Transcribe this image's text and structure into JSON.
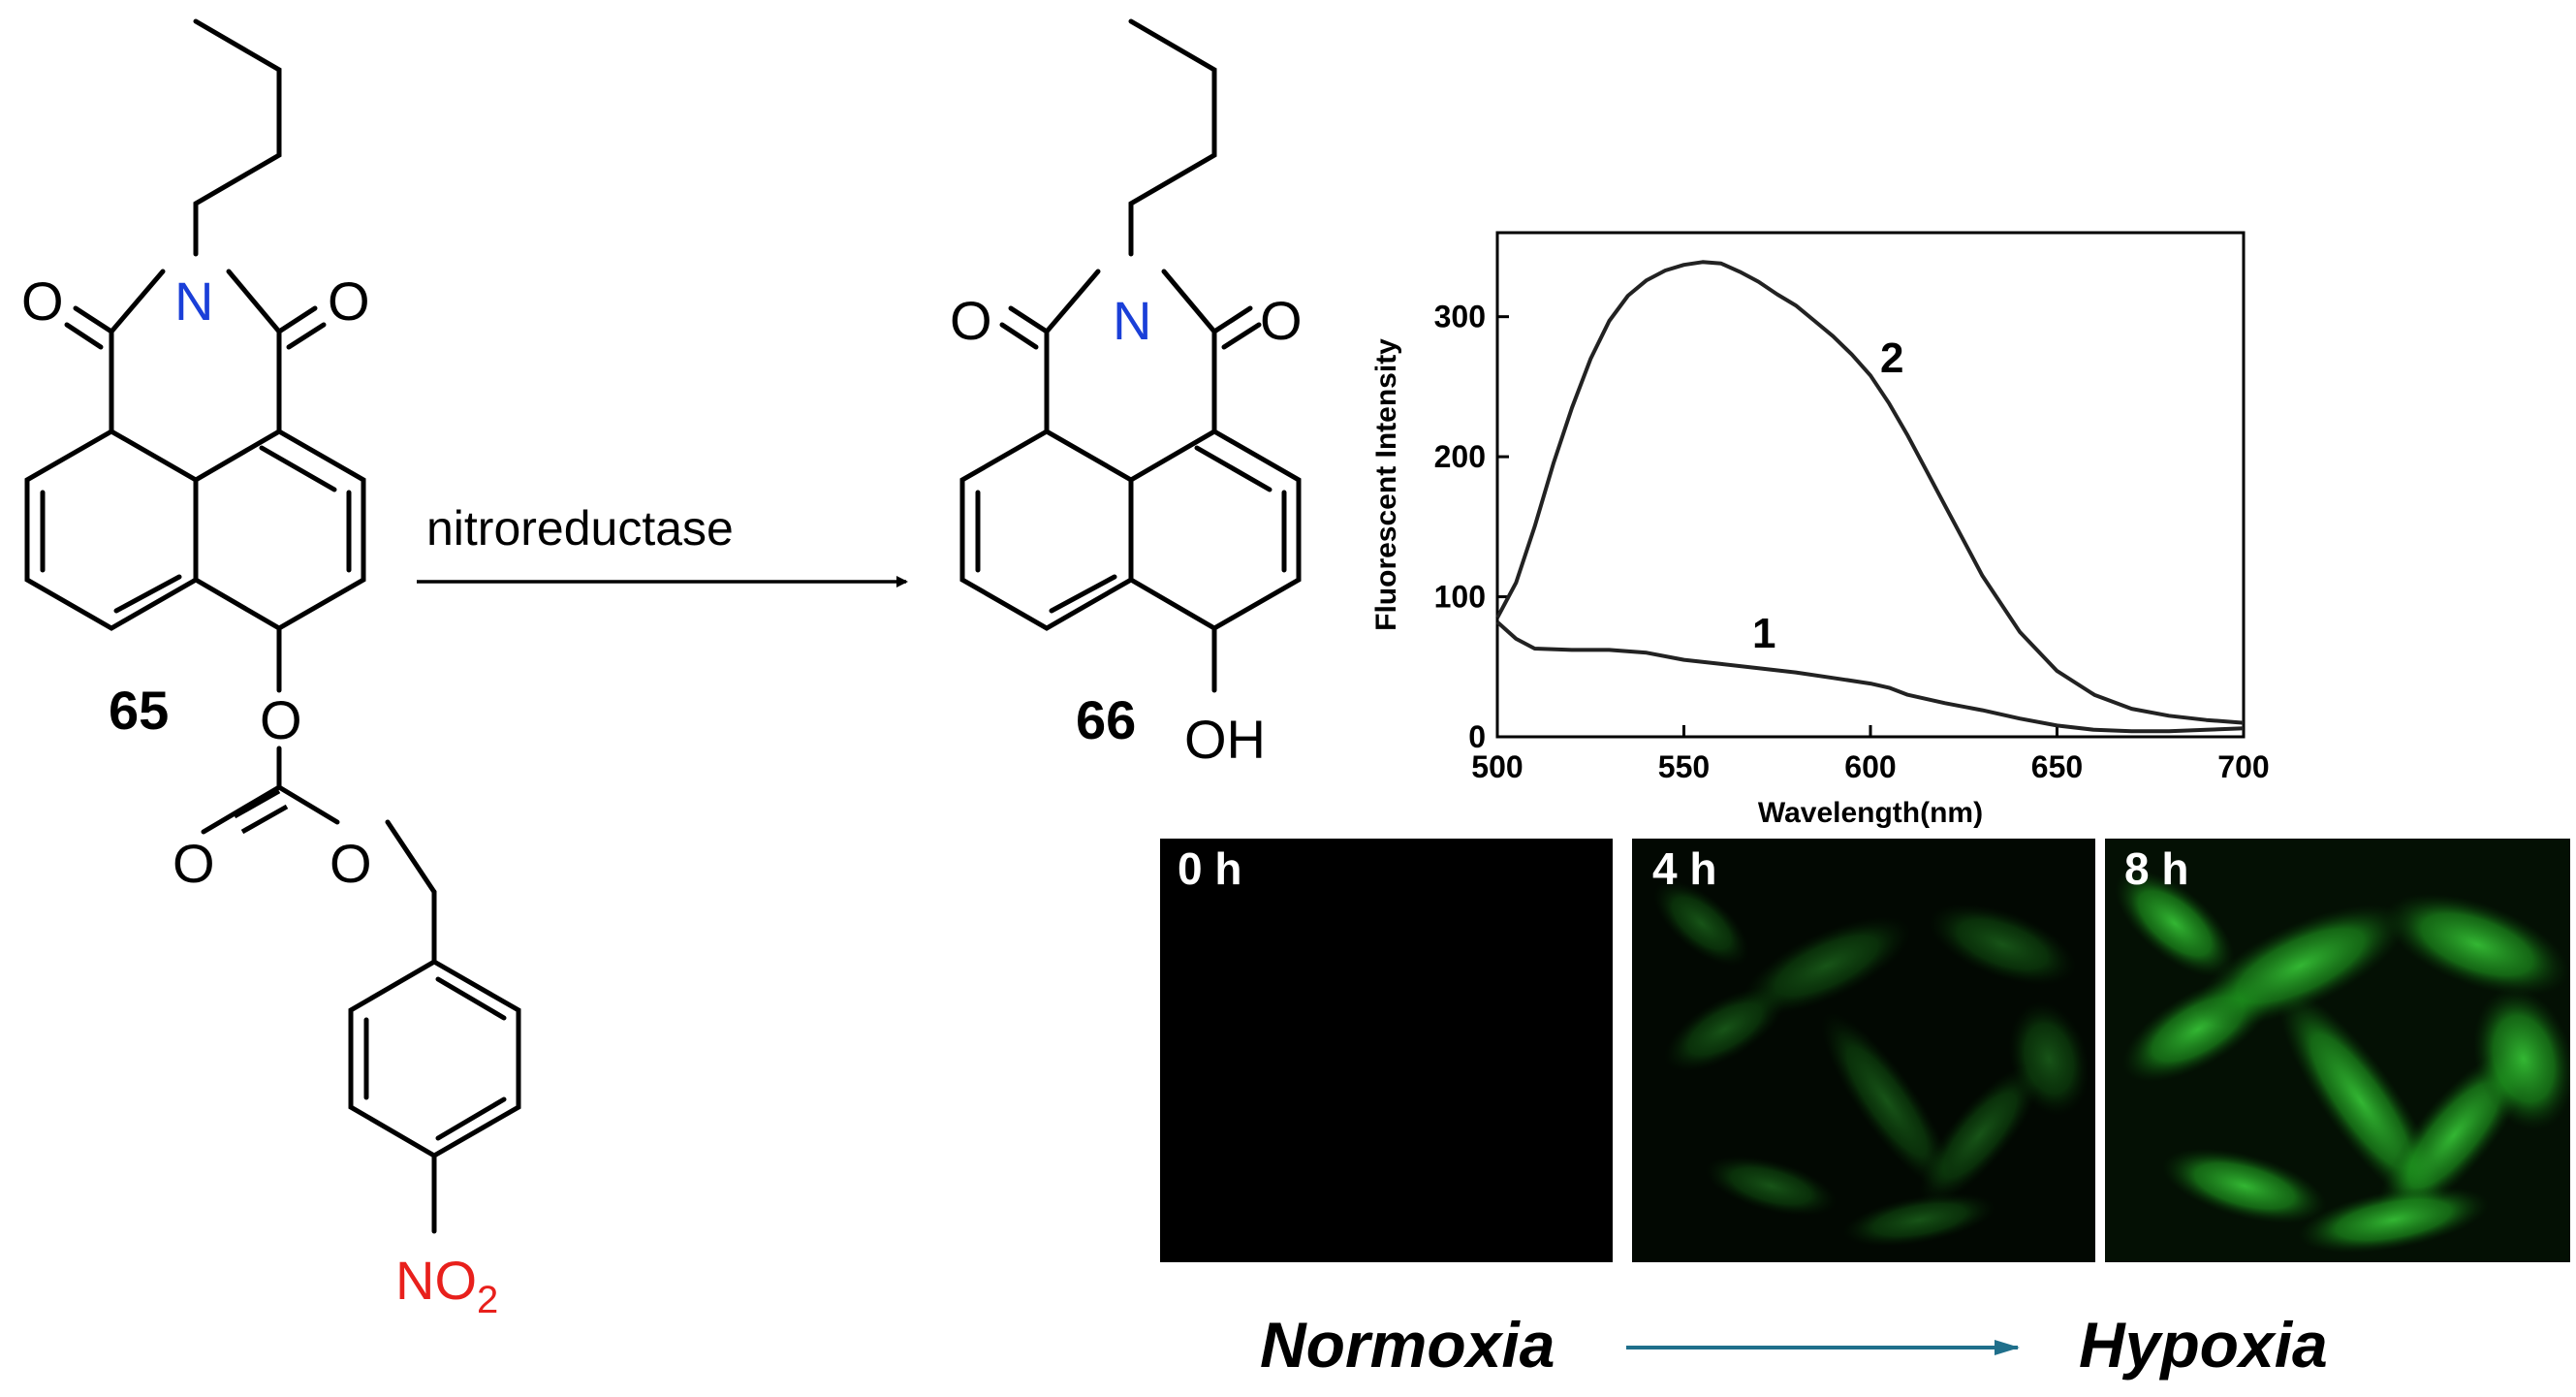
{
  "compounds": {
    "reactant": {
      "label": "65",
      "atoms": {
        "o_left": "O",
        "n": "N",
        "o_right": "O",
        "o_ether": "O",
        "o_carbonyl": "O",
        "o_ester": "O",
        "no2_main": "NO",
        "no2_sub": "2"
      }
    },
    "product": {
      "label": "66",
      "atoms": {
        "o_left": "O",
        "n": "N",
        "o_right": "O",
        "oh": "OH"
      }
    }
  },
  "reaction": {
    "reagent": "nitroreductase"
  },
  "colors": {
    "nitrogen": "#1a3fd8",
    "nitro": "#e8201c",
    "bond": "#000000",
    "arrow": "#1f6f8b",
    "fluorescence": "#33cc33"
  },
  "chart_data": {
    "type": "line",
    "ylabel": "Fluorescent Intensity",
    "xlabel": "Wavelength(nm)",
    "xlim": [
      500,
      700
    ],
    "ylim": [
      0,
      360
    ],
    "xticks": [
      500,
      550,
      600,
      650,
      700
    ],
    "yticks": [
      0,
      100,
      200,
      300
    ],
    "grid": false,
    "series": [
      {
        "name": "1",
        "x": [
          500,
          505,
          510,
          520,
          530,
          540,
          550,
          560,
          570,
          580,
          590,
          600,
          605,
          610,
          620,
          630,
          640,
          650,
          660,
          670,
          680,
          690,
          700
        ],
        "y": [
          82,
          70,
          63,
          62,
          62,
          60,
          55,
          52,
          49,
          46,
          42,
          38,
          35,
          30,
          24,
          19,
          13,
          8,
          5,
          4,
          4,
          5,
          6
        ]
      },
      {
        "name": "2",
        "x": [
          500,
          505,
          510,
          515,
          520,
          525,
          530,
          535,
          540,
          545,
          550,
          555,
          560,
          565,
          570,
          575,
          580,
          585,
          590,
          595,
          600,
          605,
          610,
          615,
          620,
          625,
          630,
          640,
          650,
          660,
          670,
          680,
          690,
          700
        ],
        "y": [
          85,
          110,
          150,
          195,
          235,
          270,
          297,
          315,
          326,
          333,
          337,
          339,
          338,
          332,
          325,
          316,
          308,
          297,
          286,
          273,
          258,
          238,
          215,
          190,
          165,
          140,
          115,
          75,
          47,
          30,
          20,
          15,
          12,
          10
        ]
      }
    ],
    "curve_labels": [
      "1",
      "2"
    ]
  },
  "microscopy": {
    "panels": [
      {
        "time": "0 h",
        "brightness": 0
      },
      {
        "time": "4 h",
        "brightness": 0.35
      },
      {
        "time": "8 h",
        "brightness": 0.8
      }
    ]
  },
  "conditions": {
    "start": "Normoxia",
    "end": "Hypoxia"
  }
}
